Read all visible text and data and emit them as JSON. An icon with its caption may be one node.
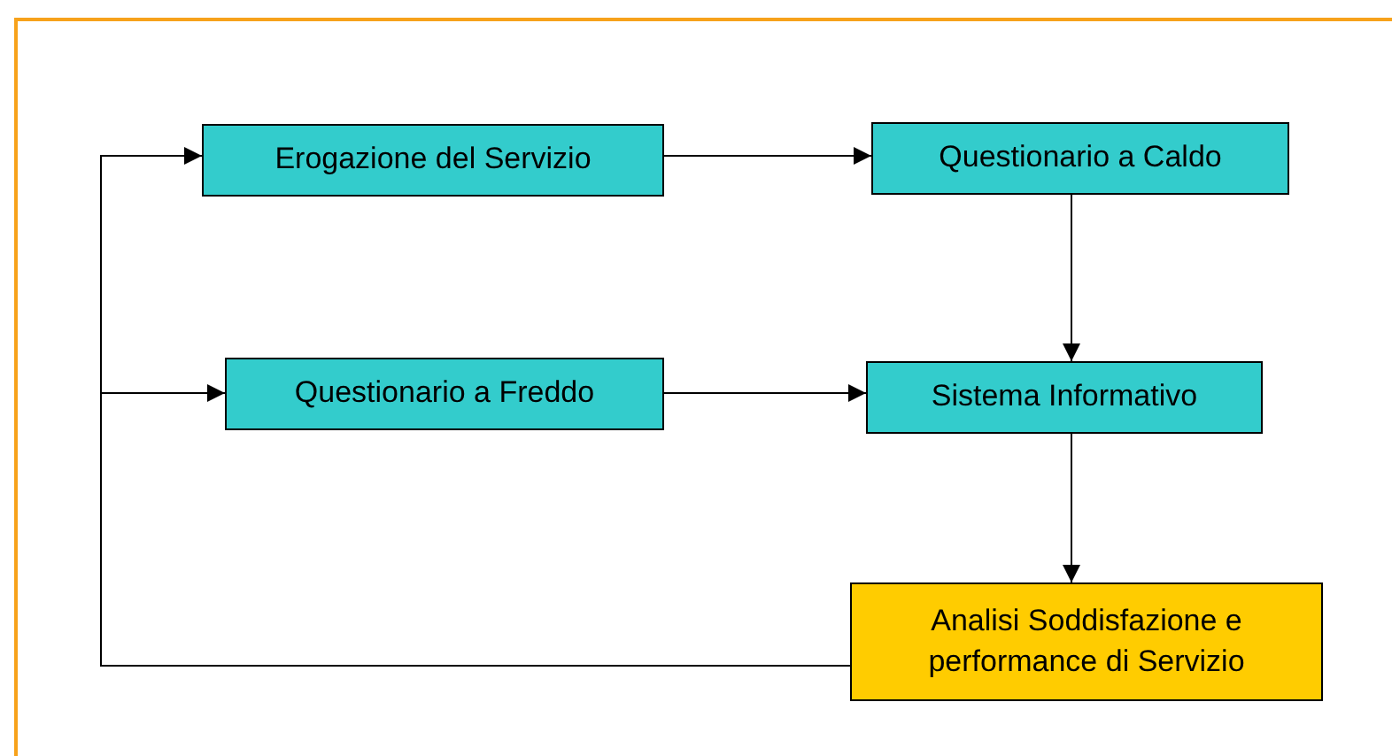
{
  "diagram": {
    "nodes": [
      {
        "text": [
          "Erogazione del Servizio"
        ]
      },
      {
        "text": [
          "Questionario a Caldo"
        ]
      },
      {
        "text": [
          "Questionario a Freddo"
        ]
      },
      {
        "text": [
          "Sistema Informativo"
        ]
      },
      {
        "text": [
          "Analisi Soddisfazione e performance di Servizio"
        ]
      }
    ],
    "edges": [
      {
        "from": 0,
        "to": 1,
        "arrow": "to"
      },
      {
        "from": 1,
        "to": 3,
        "arrow": "to"
      },
      {
        "from": 2,
        "to": 3,
        "arrow": "to"
      },
      {
        "from": 3,
        "to": 4,
        "arrow": "to"
      },
      {
        "from": 4,
        "to": 0,
        "arrow": "to"
      },
      {
        "from": 4,
        "to": 2,
        "arrow": "to"
      }
    ]
  }
}
